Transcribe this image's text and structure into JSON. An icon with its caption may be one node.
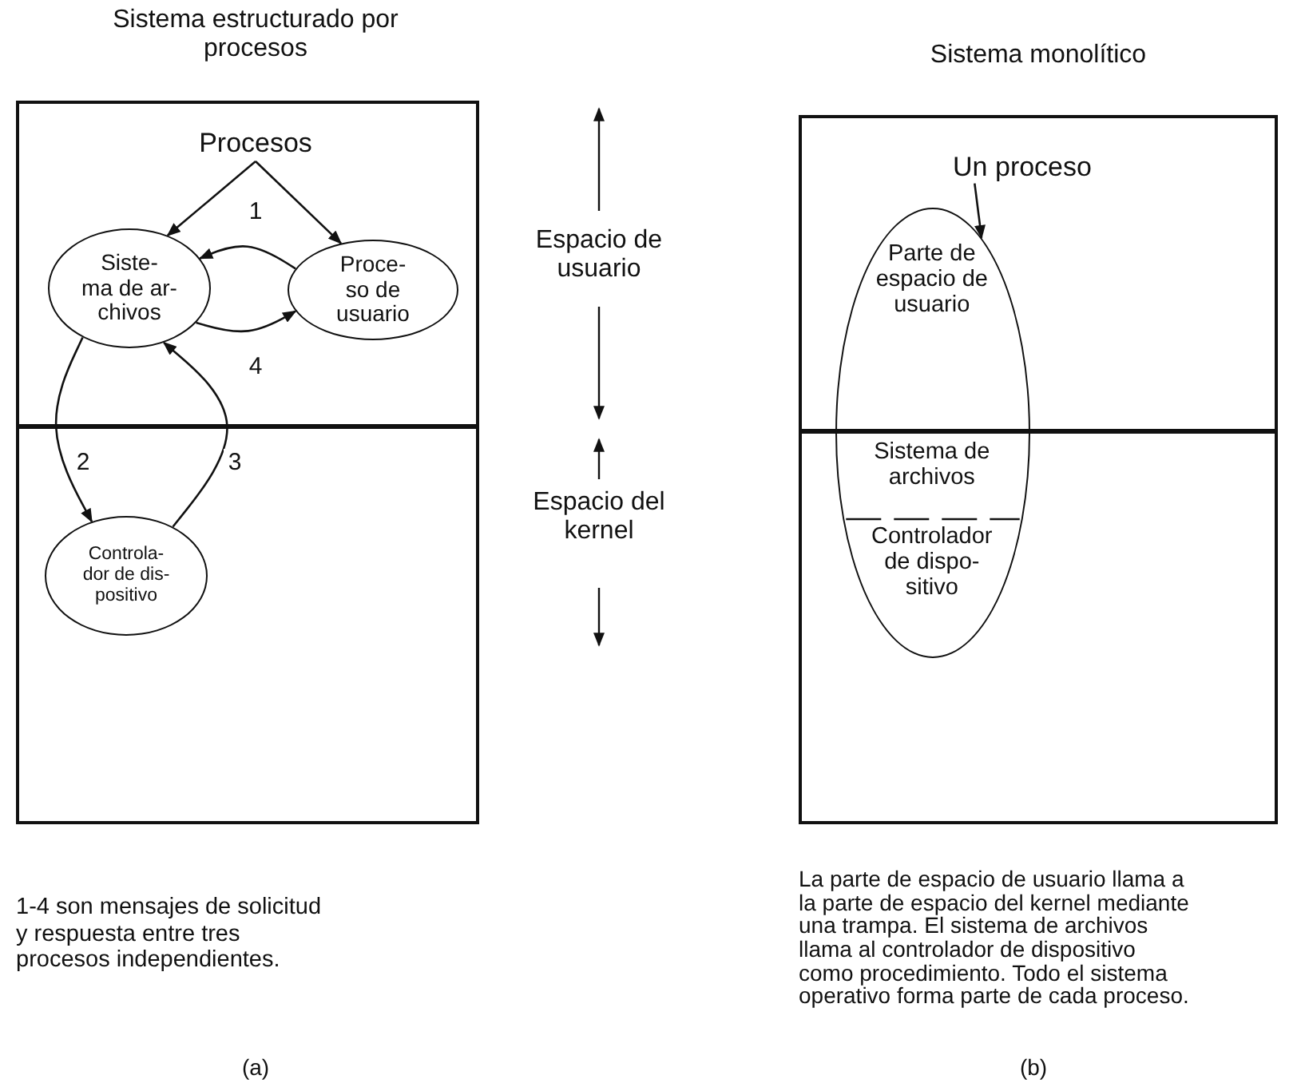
{
  "diagram": {
    "nodes": [
      {
        "text": [],
        "shape": "box"
      },
      {
        "text": [
          "Procesos"
        ],
        "in": 0
      },
      {
        "text": [
          "Siste- ma de ar- chivos"
        ],
        "in": 0
      },
      {
        "text": [
          "Proce- so de usuario"
        ],
        "in": 0
      },
      {
        "text": [
          "Controla- dor de dis- positivo"
        ],
        "in": 0
      },
      {
        "text": [],
        "shape": "box"
      },
      {
        "text": [
          "Un proceso"
        ],
        "in": 5
      },
      {
        "text": [
          "Parte de espacio de usuario",
          "Sistema de archivos",
          "Controlador de dispo- sitivo"
        ],
        "in": 5
      }
    ],
    "edges": [
      {
        "from": 1,
        "to": 2,
        "arrow": "to"
      },
      {
        "from": 1,
        "to": 3,
        "arrow": "to"
      },
      {
        "from": 3,
        "to": 2,
        "label": "1",
        "arrow": "to"
      },
      {
        "from": 2,
        "to": 3,
        "label": "4",
        "arrow": "to"
      },
      {
        "from": 2,
        "to": 4,
        "label": "2",
        "arrow": "to"
      },
      {
        "from": 4,
        "to": 2,
        "label": "3",
        "arrow": "to"
      },
      {
        "from": 6,
        "to": 7,
        "arrow": "to"
      }
    ],
    "labels": [
      "Sistema estructurado por procesos",
      "Sistema monolítico",
      "Espacio de usuario",
      "Espacio del kernel",
      "1-4 son mensajes de solicitud y respuesta entre tres procesos independientes.",
      "La parte de espacio de usuario llama a la parte de espacio del kernel mediante una trampa. El sistema de archivos llama al controlador de dispositivo como procedimiento. Todo el sistema operativo forma parte de cada proceso.",
      "(a)",
      "(b)"
    ]
  }
}
